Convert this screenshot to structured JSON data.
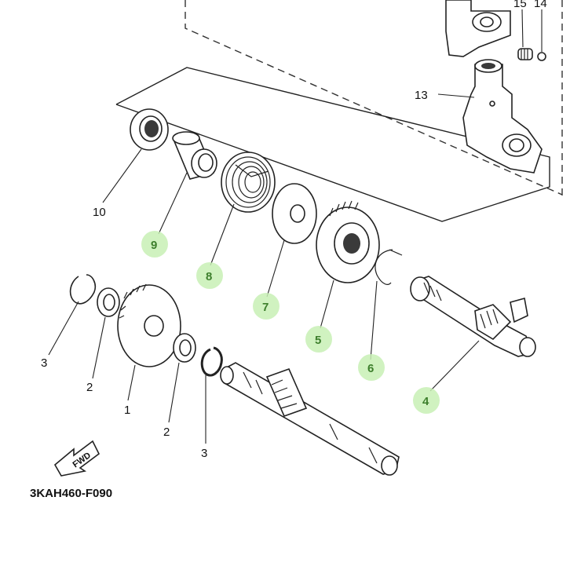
{
  "callouts": [
    {
      "id": "c1",
      "text": "1",
      "highlighted": false
    },
    {
      "id": "c2a",
      "text": "2",
      "highlighted": false
    },
    {
      "id": "c2b",
      "text": "2",
      "highlighted": false
    },
    {
      "id": "c3a",
      "text": "3",
      "highlighted": false
    },
    {
      "id": "c3b",
      "text": "3",
      "highlighted": false
    },
    {
      "id": "c4",
      "text": "4",
      "highlighted": true
    },
    {
      "id": "c5",
      "text": "5",
      "highlighted": true
    },
    {
      "id": "c6",
      "text": "6",
      "highlighted": true
    },
    {
      "id": "c7",
      "text": "7",
      "highlighted": true
    },
    {
      "id": "c8",
      "text": "8",
      "highlighted": true
    },
    {
      "id": "c9",
      "text": "9",
      "highlighted": true
    },
    {
      "id": "c10",
      "text": "10",
      "highlighted": false
    },
    {
      "id": "c13",
      "text": "13",
      "highlighted": false
    },
    {
      "id": "c14",
      "text": "14",
      "highlighted": false
    },
    {
      "id": "c15",
      "text": "15",
      "highlighted": false
    }
  ],
  "direction_label": "FWD",
  "diagram_code": "3KAH460-F090",
  "colors": {
    "highlight": "#c8f0b5",
    "line": "#222222",
    "label": "#111111"
  }
}
